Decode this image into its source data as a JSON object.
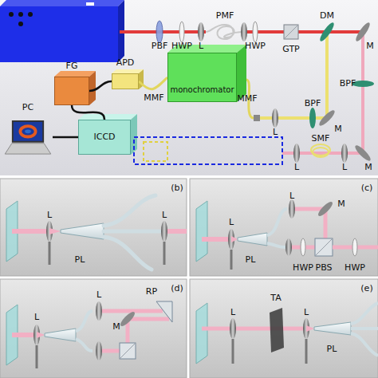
{
  "diagram": {
    "nodes": [
      {
        "text": [
          "APD"
        ]
      },
      {
        "text": [
          "monochromator"
        ]
      },
      {
        "text": [
          "FG"
        ]
      },
      {
        "text": [
          "PC"
        ]
      },
      {
        "text": [
          "ICCD"
        ]
      }
    ],
    "edges": [
      {
        "from": 0,
        "to": 1,
        "arrow": "none",
        "label": "MMF"
      },
      {
        "from": 2,
        "to": 0,
        "arrow": "none"
      },
      {
        "from": 2,
        "to": 4,
        "arrow": "none"
      },
      {
        "from": 3,
        "to": 4,
        "arrow": "none"
      }
    ],
    "labels": [
      "PBF",
      "HWP",
      "L",
      "PMF",
      "HWP",
      "GTP",
      "DM",
      "M",
      "BPF",
      "BPF",
      "M",
      "MMF",
      "L",
      "SMF",
      "L",
      "L",
      "M",
      "(b)",
      "L",
      "PL",
      "L",
      "(c)",
      "L",
      "PL",
      "L",
      "M",
      "HWP",
      "PBS",
      "HWP",
      "(d)",
      "L",
      "L",
      "M",
      "RP",
      "(e)",
      "L",
      "TA",
      "L",
      "PL"
    ]
  }
}
